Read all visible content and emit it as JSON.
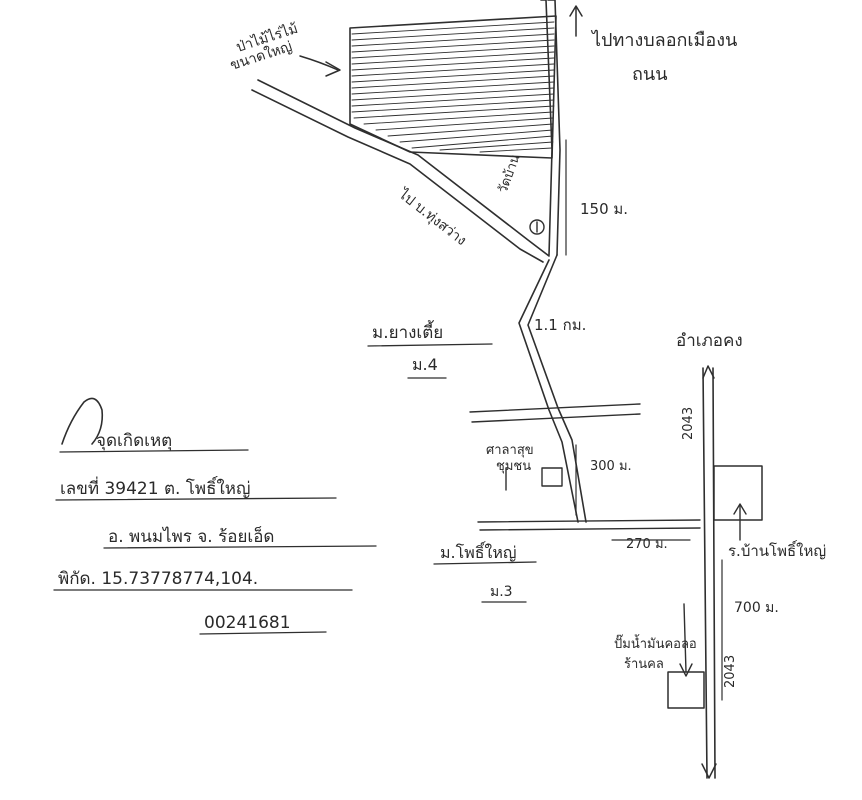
{
  "map": {
    "top_arrow_label_line1": "ไปทางบลอกเมืองน",
    "top_arrow_label_line2": "ถนน",
    "left_pointer_label_line1": "ป่าไม้ไร่ไม้",
    "left_pointer_label_line2": "ขนาดใหญ่",
    "road_to_left_label": "ไป บ.ทุ่งสว่าง",
    "temple_label": "วัดบ้าน",
    "dist_150": "150 ม.",
    "village_label": "ม.ยางเตี้ย",
    "village_moo": "ม.4",
    "dist_1_1": "1.1 กม.",
    "school_label_line1": "ศาลาสุข",
    "school_label_line2": "ชุมชน",
    "dist_300": "300 ม.",
    "north_town_label": "อำเภอคง",
    "hwy_upper": "2043",
    "village_lower_label": "ม.โพธิ์ใหญ่",
    "village_lower_moo": "ม.3",
    "dist_270": "270 ม.",
    "right_village_label": "ร.บ้านโพธิ์ใหญ่",
    "dist_700": "700 ม.",
    "gas_station_line1": "ปั๊มน้ำมันคอลอ",
    "gas_station_line2": "ร้านคล",
    "hwy_lower": "2043"
  },
  "notes": {
    "line1": "จุดเกิดเหตุ",
    "line2": "เลขที่ 39421    ต. โพธิ์ใหญ่",
    "line3": "อ. พนมไพร    จ. ร้อยเอ็ด",
    "line4": "พิกัด. 15.73778774,104.",
    "line5": "00241681"
  }
}
